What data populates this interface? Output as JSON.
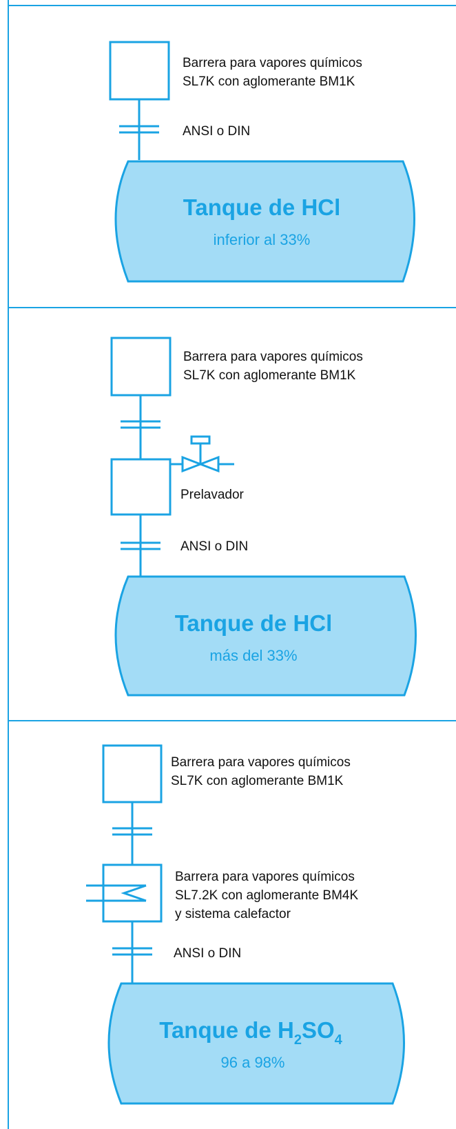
{
  "colors": {
    "accent": "#1aa3e3",
    "tank_fill": "#a3dcf6",
    "frame": "#1aa3e3",
    "text": "#111111"
  },
  "panels": [
    {
      "barrier_line1": "Barrera para vapores químicos",
      "barrier_line2": "SL7K con aglomerante BM1K",
      "flange_label": "ANSI o DIN",
      "tank_title": "Tanque de HCl",
      "tank_sub": "inferior al 33%"
    },
    {
      "barrier_line1": "Barrera para vapores químicos",
      "barrier_line2": "SL7K con aglomerante BM1K",
      "prewasher_label": "Prelavador",
      "flange_label": "ANSI o DIN",
      "tank_title": "Tanque de HCl",
      "tank_sub": "más del 33%"
    },
    {
      "barrier_line1": "Barrera para vapores químicos",
      "barrier_line2": "SL7K con aglomerante BM1K",
      "heater_line1": "Barrera para vapores químicos",
      "heater_line2": "SL7.2K con aglomerante BM4K",
      "heater_line3": "y sistema calefactor",
      "flange_label": "ANSI o DIN",
      "tank_title_pre": "Tanque de H",
      "tank_title_sub1": "2",
      "tank_title_mid": "SO",
      "tank_title_sub2": "4",
      "tank_sub": "96 a 98%"
    }
  ]
}
